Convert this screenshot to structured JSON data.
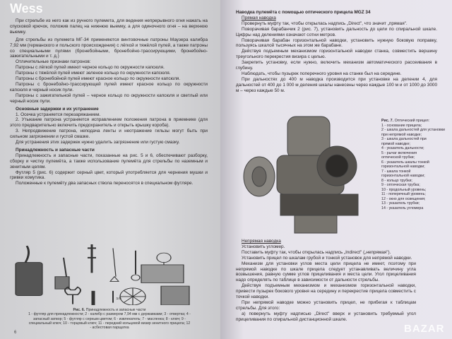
{
  "watermarks": {
    "top_left": "Wess",
    "bottom_right": "BAZAR"
  },
  "left_page": {
    "paragraphs": [
      "При стрельбе из него как из ручного пулемета, для ведения непрерывного огня нажать на спусковой крючок, положив палец на нижнюю выемку, а для одиночного огня – на верхнюю выемку.",
      "Для стрельбы из пулемета МГ-34 применяются винтовочные патроны Маузера калибра 7,92 мм (германского и польского происхождения) с лёгкой и тяжёлой пулей, а также патроны со специальными пулями (бронебойными, бронебойно-трассирующими, бронебойно-зажигательными и т. д.)",
      "Отличительные признаки патронов:",
      "Патроны с лёгкой пулей имеют черное кольцо по окружности капсюля.",
      "Патроны с тяжёлой пулей имеют зеленое кольцо по окружности капсюля.",
      "Патроны с бронебойной пулей имеют красное кольцо по окружности капсюля.",
      "Патроны с бронебойно-трассирующей пулей имеют красное кольцо по окружности капсюля и черный носик пули.",
      "Патроны с зажигательной пулей – черное кольцо по окружности капсюля и светлый или черный носик пули."
    ],
    "section1_title": "Основные задержки и их устранение",
    "section1": [
      "1. Осечка устраняется перезаряжанием.",
      "2. Утыкание патрона устраняется исправлением положения патрона в приемнике (для этого предварительно включить предохранитель и открыть крышку короба).",
      "3. Непродвижение патрона, неподача ленты и неотражение гильзы могут быть при сильном загрязнении и густой смазке.",
      "Для устранения этих задержек нужно удалить загрязнение или густую смазку."
    ],
    "section2_title": "Принадлежность и запасные части",
    "section2": [
      "Принадлежность и запасные части, показанные на рис. 5 и 6, обеспечивают разборку, сборку и чистку пулемёта, а также использование пулемёта для стрельбы по наземным и зенитным целям.",
      "Футляр 5 (рис. 6) содержит серный цвет, который употребляется для чернения мушки и гривки хомутика.",
      "Положенные к пулемёту два запасных ствола переносятся в специальном футляре."
    ],
    "figure_caption_title": "Рис. 6.",
    "figure_caption": "Принадлежность и запасные части",
    "figure_legend": "1 - футляр для принадлежности; 2 - калибр с размером 7,94 мм с державками; 3 - отвертка; 4 - запасный затвор; 5 - футляр с серным цветом; 6 - извлекатель; 7 - масленка; 8 - ключ; 9 - специальный ключ; 10 - торцовый ключ; 11 - передний кольцевой визир зенитного прицела; 12 - асбестовая парщатка",
    "figure_label": "10",
    "page_number": "6"
  },
  "right_page": {
    "title": "Наводка пулемёта с помощью оптического прицела MGZ 34",
    "direct_title": "Прямая наводка",
    "direct": [
      "Провернуть муфту так, чтобы открылась надпись „Direct\", что значит „прямая\".",
      "Поворачивая барабанчик 2 (рис. 7), установить дальность до цели по спиральной шкале. Цифры над делениями означают сотни метров.",
      "Поворачивая барабан горизонтальной наводки, установить нужную боковую поправку, пользуясь шкалой тысячных на этом же барабане.",
      "Действуя подъемным механизмом горизонтальной наводки станка, совместить вершину треугольного перекрестия визира с целью.",
      "Закрепить установку, если нужно, включить механизм автоматического рассеивания в глубину.",
      "Наблюдать, чтобы пузырек поперечного уровня на станке был на середине.",
      "При дальностях до 400 м наводка производится при установке на делении 4, для дальностей от 400 до 1 000 м деления шкалы нанесены через каждые 100 м и от 1000 до 3000 м – через каждые 50 м."
    ],
    "fig_title": "Рис. 7.",
    "fig_caption": "Оптический прицел:",
    "fig_legend": [
      "1 - основание прицела;",
      "2 - шкала дальностей для установки",
      "при непрямой наводке;",
      "3 - шкала дальностей при",
      "прямой наводке;",
      "4 - указатель дальности;",
      "5 - рычаг включения",
      "оптической трубки;",
      "6 - указатель шкалы тонкой",
      "горизонтальной наводки;",
      "7 - шкала тонкой",
      "горизонтальной наводки;",
      "8 - кольцо трубки;",
      "9 - оптическая трубка;",
      "10 - продольный уровень;",
      "11 - поперечный уровень;",
      "12 - окно для освещения;",
      "13 - указатель трубки;",
      "14 - указатель угломера"
    ],
    "indirect_title": "Непрямая наводка",
    "indirect": [
      "Установить угломер.",
      "Поставить муфту так, чтобы открылась надпись „Indirect\" („непрямая\").",
      "Установить прицел по шкалам грубой и тонкой установок для непрямой наводки.",
      "Механизм для установки углов места цели прицела не имеет, поэтому при непрямой наводке по шкале прицела следует устанавливать величину угла возвышения, равную сумме углов прицеливания и места цели. Угол прицеливания надо определять по таблице в зависимости от дальности стрельбы.",
      "Действуя подъемным механизмом и механизмом горизонтальной наводки, привести пузырек бокового уровня на середину и перекрестие прицела совместить с точкой наводки.",
      "При непрямой наводке можно установить прицел, не прибегая к таблицам стрельбы. Для этого:",
      "а) повернуть муфту надписью „Direct\" вверх и установить требуемый угол прицеливания по спиральной дистанционной шкале."
    ]
  },
  "colors": {
    "ink": "#2b2628",
    "left_paper": "#d6d6d8",
    "right_paper": "#e8e5ed"
  }
}
